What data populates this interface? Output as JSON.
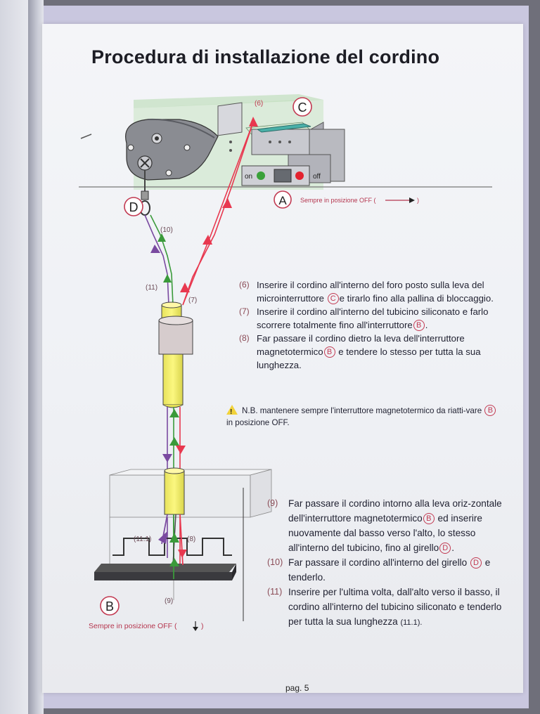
{
  "title": "Procedura di installazione del cordino",
  "diagram": {
    "letters": {
      "a": "A",
      "b": "B",
      "c": "C",
      "d": "D"
    },
    "sempre_off_a": "Sempre in posizione OFF (",
    "sempre_off_a_end": ")",
    "sempre_off_b": "Sempre in posizione OFF (",
    "sempre_off_b_end": ")",
    "switch_on": "on",
    "switch_off": "off",
    "labels": {
      "l6": "(6)",
      "l7": "(7)",
      "l8": "(8)",
      "l9": "(9)",
      "l10": "(10)",
      "l11": "(11)",
      "l11_1": "(11.1)"
    }
  },
  "steps_top": [
    {
      "num": "(6)",
      "t1": "Inserire il cordino all'interno del foro posto sulla leva del microinterruttore ",
      "c": "C",
      "t2": "e tirarlo fino alla pallina di bloccaggio."
    },
    {
      "num": "(7)",
      "t1": "Inserire il cordino all'interno del tubicino siliconato e farlo scorrere totalmente fino all'interruttore",
      "c": "B",
      "t2": "."
    },
    {
      "num": "(8)",
      "t1": "Far passare il cordino dietro la leva dell'interruttore magnetotermico",
      "c": "B",
      "t2": " e tendere lo stesso per tutta la sua lunghezza."
    }
  ],
  "note": {
    "t1": "N.B. mantenere sempre l'interruttore magnetotermico da riatti-vare ",
    "c": "B",
    "t2": " in posizione OFF."
  },
  "steps_bottom": [
    {
      "num": "(9)",
      "t1": "Far passare il cordino intorno alla leva oriz-zontale dell'interruttore magnetotermico",
      "c": "B",
      "t2": " ed inserire nuovamente dal basso verso l'alto, lo stesso all'interno del tubicino, fino al girello",
      "c2": "D",
      "t3": "."
    },
    {
      "num": "(10)",
      "t1": "Far passare il cordino all'interno del girello ",
      "c": "D",
      "t2": " e tenderlo."
    },
    {
      "num": "(11)",
      "t1": "Inserire per l'ultima volta, dall'alto verso il basso, il cordino all'interno del tubicino siliconato e tenderlo per tutta la sua lunghezza ",
      "t2": "(11.1)."
    }
  ],
  "page_number": "pag. 5",
  "colors": {
    "red": "#e8384f",
    "green": "#3a9a3a",
    "purple": "#7a4aa0",
    "tube": "#f2ee6a",
    "circle": "#c23a52"
  }
}
